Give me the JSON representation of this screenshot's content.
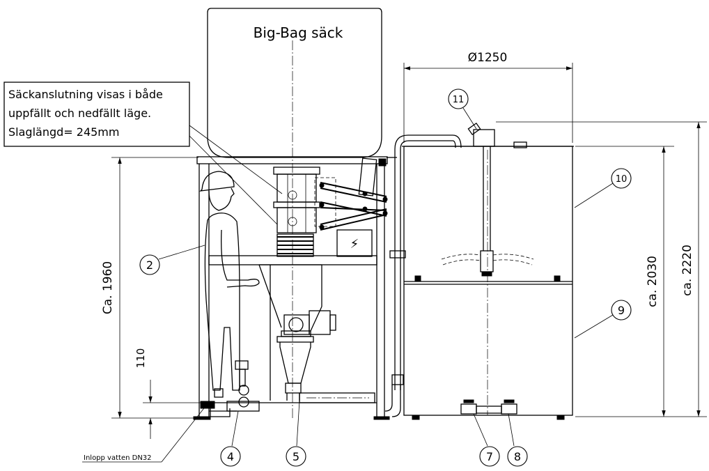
{
  "labels": {
    "bag_title": "Big-Bag säck",
    "note_line1": "Säckanslutning visas i både",
    "note_line2": "uppfällt och nedfällt läge.",
    "note_line3": "Slaglängd= 245mm",
    "inlet": "Inlopp vatten DN32"
  },
  "dimensions": {
    "diameter": "Ø1250",
    "frame_height": "Ca. 1960",
    "small_height": "110",
    "tank_height": "ca. 2030",
    "total_height": "ca. 2220"
  },
  "balloons": [
    "2",
    "4",
    "5",
    "7",
    "8",
    "9",
    "10",
    "11"
  ],
  "symbols": {
    "electrical": "⚡"
  }
}
